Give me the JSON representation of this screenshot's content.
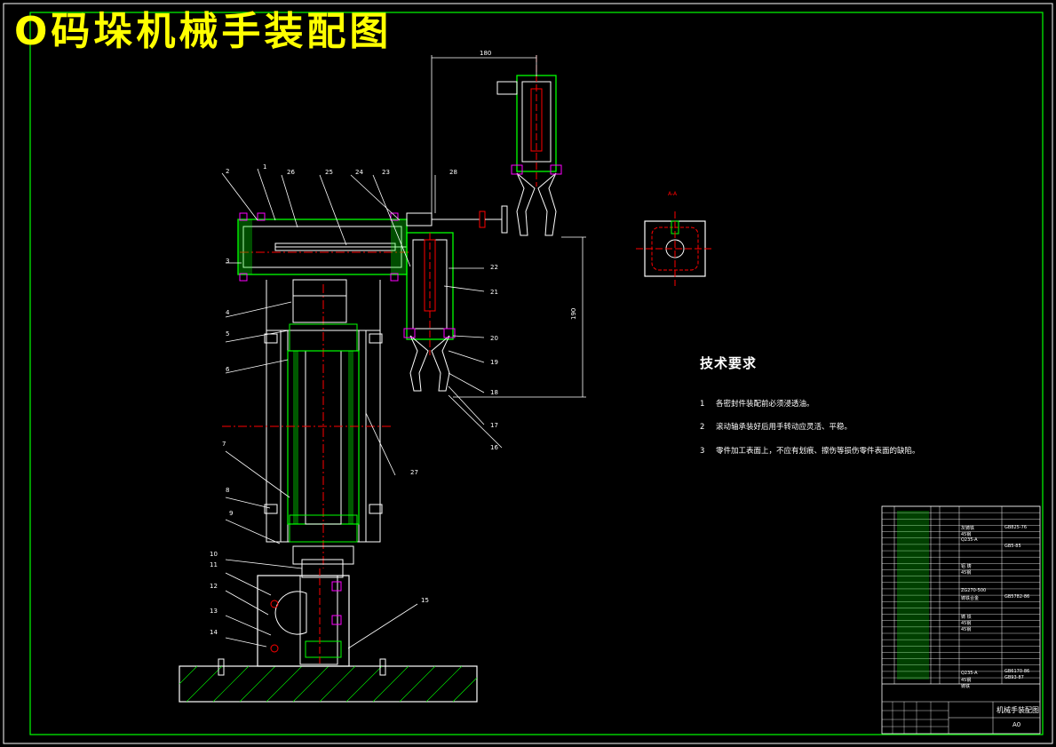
{
  "title": "O码垛机械手装配图",
  "tech_requirements": {
    "heading": "技术要求",
    "items": [
      {
        "num": "1",
        "text": "各密封件装配前必须浸透油。"
      },
      {
        "num": "2",
        "text": "滚动轴承装好后用手转动应灵活、平稳。"
      },
      {
        "num": "3",
        "text": "零件加工表面上，不应有划痕、擦伤等损伤零件表面的缺陷。"
      }
    ]
  },
  "callouts": [
    "1",
    "2",
    "3",
    "4",
    "5",
    "6",
    "7",
    "8",
    "9",
    "10",
    "11",
    "12",
    "13",
    "14",
    "15",
    "16",
    "17",
    "18",
    "19",
    "20",
    "21",
    "22",
    "23",
    "24",
    "25",
    "26",
    "27",
    "28"
  ],
  "dimensions": {
    "top_horizontal": "180",
    "right_vertical": "190"
  },
  "section_label": "A-A",
  "title_block": {
    "drawing_name": "机械手装配图",
    "sheet": "A0",
    "materials": [
      "灰铸铁",
      "45钢",
      "Q235-A",
      "铝 铸",
      "45钢",
      "ZG270-500",
      "铸铁合金",
      "铸 铁",
      "45钢",
      "45钢",
      "Q235-A",
      "45钢",
      "铸铁"
    ],
    "standards": [
      "GB825-76",
      "GB5-85",
      "GB5782-86",
      "GB6170-86",
      "GB93-87"
    ]
  },
  "colors": {
    "frame": "#00ff00",
    "part": "#ffffff",
    "center": "#ff0000",
    "hatch": "#00ff00",
    "title": "#ffff00",
    "accent": "#ff00ff"
  }
}
